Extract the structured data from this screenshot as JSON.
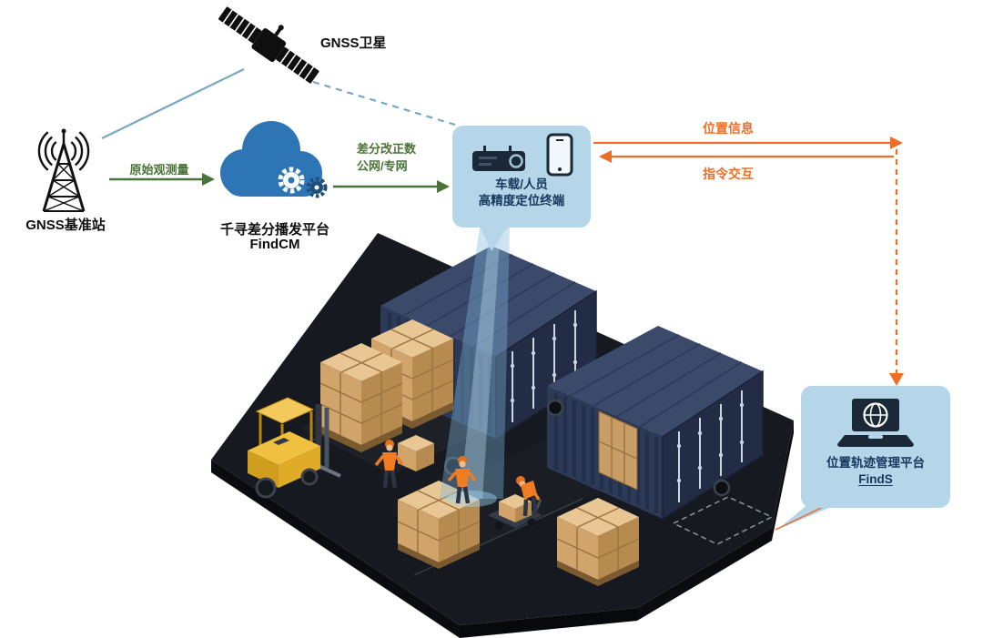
{
  "nodes": {
    "satellite": {
      "label": "GNSS卫星",
      "icon": "satellite-icon"
    },
    "base_station": {
      "label": "GNSS基准站",
      "icon": "radio-tower-icon"
    },
    "cloud_platform": {
      "title": "千寻差分播发平台",
      "product": "FindCM",
      "icon": "cloud-gear-icon"
    },
    "terminal": {
      "line1": "车载/人员",
      "line2": "高精度定位终端",
      "icons": [
        "vehicle-receiver-icon",
        "smartphone-icon"
      ]
    },
    "management_platform": {
      "title": "位置轨迹管理平台",
      "product": "FindS",
      "icon": "laptop-globe-icon"
    }
  },
  "edges": {
    "base_to_cloud": {
      "label": "原始观测量"
    },
    "cloud_to_terminal": {
      "line1": "差分改正数",
      "line2": "公网/专网"
    },
    "terminal_to_platform": {
      "label": "位置信息"
    },
    "platform_to_terminal": {
      "label": "指令交互"
    }
  },
  "scene": {
    "elements": [
      "shipping-container-icon",
      "forklift-icon",
      "pallet-boxes-icon",
      "worker-icon",
      "pallet-jack-icon",
      "positioning-beam"
    ]
  },
  "colors": {
    "bubble_fill": "#b4d6e8",
    "cloud_blue": "#2e75b6",
    "gear_dark_blue": "#1f4e79",
    "arrow_green": "#4a7337",
    "arrow_orange": "#ec6f28",
    "signal_teal": "#76a7bd",
    "label_navy": "#16365c",
    "container_navy": "#2c3a57",
    "carton_tan": "#d0a46b",
    "forklift_yellow": "#e8b52a",
    "floor_dark": "#16191f",
    "beam_blue": "#7db4d9"
  }
}
